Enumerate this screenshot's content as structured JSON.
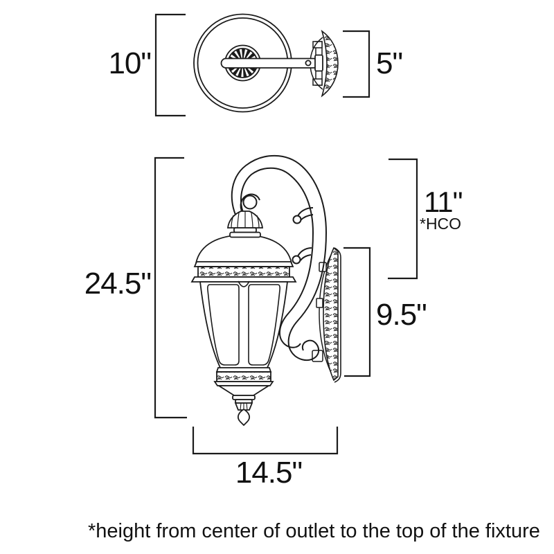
{
  "colors": {
    "background": "#ffffff",
    "line": "#1b1b1b",
    "text": "#111111"
  },
  "top_view": {
    "height_label": "10\"",
    "backplate_depth_label": "5\""
  },
  "front_view": {
    "overall_height_label": "24.5\"",
    "outlet_to_top_label": "11\"",
    "outlet_to_top_note": "*HCO",
    "backplate_height_label": "9.5\"",
    "overall_width_label": "14.5\""
  },
  "footnote": "*height from center of outlet to the top of the fixture"
}
